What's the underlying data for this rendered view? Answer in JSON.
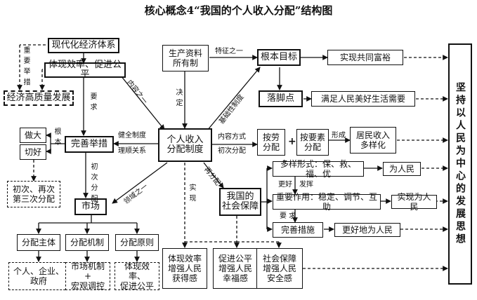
{
  "title": "核心概念4“我国的个人收入分配”结构图",
  "nodes": {
    "center": "个人收入\n分配制度",
    "modern_economy": "现代化经济体系",
    "efficiency_fair": "体现效率、促进公平",
    "high_quality": "经济高质量发展",
    "ownership": "生产资料\n所有制",
    "goal": "根本目标",
    "common_prosperity": "实现共同富裕",
    "landing": "落脚点",
    "needs": "满足人民美好生活需要",
    "labor_dist": "按劳\n分配",
    "factor_dist": "按要素\n分配",
    "diversified": "居民收入\n多样化",
    "perfect": "完善举措",
    "do_big": "做大",
    "cut_well": "切好",
    "three_dist": "初次、再次\n第三次分配",
    "market": "市场",
    "security": "我国的\n社会保障",
    "forms": "多样形式：保、救、福、优",
    "for_people": "为人民",
    "role": "重要作用：稳定、调节、互助",
    "realize_people": "实现为人民",
    "measures": "完善措施",
    "better_people": "更好地为人民",
    "subject": "分配主体",
    "mechanism": "分配机制",
    "principle": "分配原则",
    "subject_detail": "个人、企业、\n政府",
    "mechanism_detail": "市场机制+\n宏观调控",
    "principle_detail": "体现效率、\n促进公平",
    "gain": "体现效率\n增强人民\n获得感",
    "happy": "促进公平\n增强人民\n幸福感",
    "safe": "社会保障\n增强人民\n安全感",
    "people_center": "坚持以人民为中心的发展思想"
  },
  "labels": {
    "key_req": "重\n要\n举\n措",
    "req": "要\n求",
    "content_one": "内容之一",
    "decide": "决\n定",
    "feature_one": "特征之一",
    "basic_system": "基础性制度",
    "root": "根\n本",
    "sound_system": "健全制度",
    "smooth": "理顺关系",
    "content_way": "内容方式",
    "first_dist": "初次分配",
    "form": "形成",
    "first": "初\n次\n分\n配",
    "field_one": "领域之一",
    "realize": "实\n现",
    "redist": "再分配",
    "better": "更好",
    "play": "发挥",
    "require": "要 求",
    "plus": "+"
  }
}
